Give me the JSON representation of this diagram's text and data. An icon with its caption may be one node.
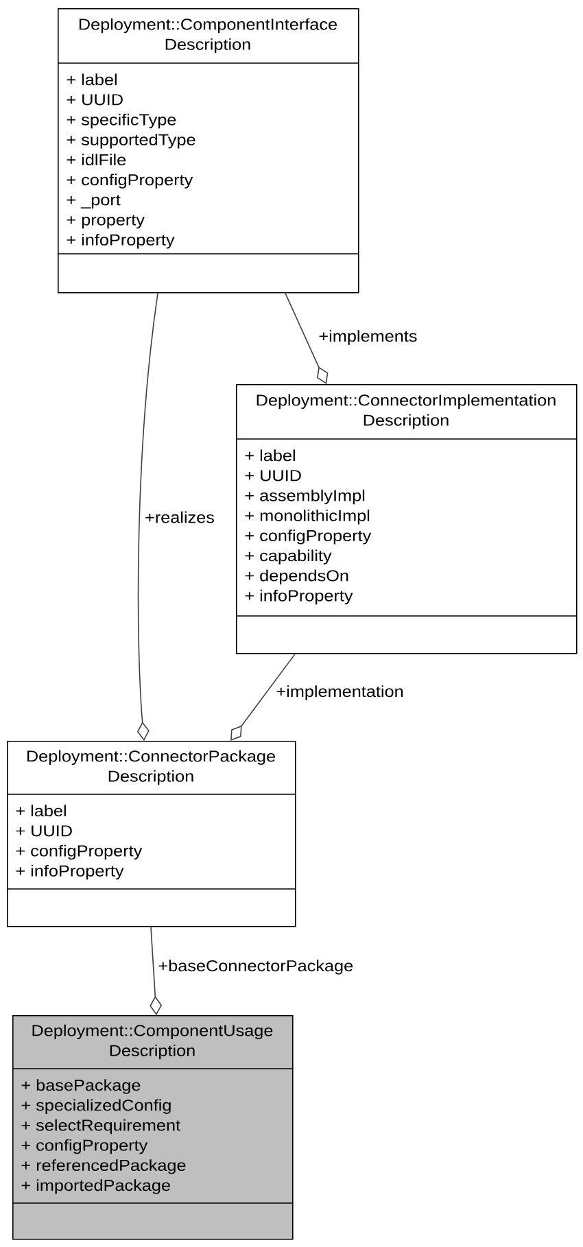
{
  "diagram": {
    "nodes": [
      {
        "text": [
          "Deployment::ComponentInterface Description",
          "+ label",
          "+ UUID",
          "+ specificType",
          "+ supportedType",
          "+ idlFile",
          "+ configProperty",
          "+ _port",
          "+ property",
          "+ infoProperty"
        ]
      },
      {
        "text": [
          "Deployment::ConnectorImplementation Description",
          "+ label",
          "+ UUID",
          "+ assemblyImpl",
          "+ monolithicImpl",
          "+ configProperty",
          "+ capability",
          "+ dependsOn",
          "+ infoProperty"
        ]
      },
      {
        "text": [
          "Deployment::ConnectorPackage Description",
          "+ label",
          "+ UUID",
          "+ configProperty",
          "+ infoProperty"
        ]
      },
      {
        "text": [
          "Deployment::ComponentUsage Description",
          "+ basePackage",
          "+ specializedConfig",
          "+ selectRequirement",
          "+ configProperty",
          "+ referencedPackage",
          "+ importedPackage"
        ]
      }
    ],
    "edges": [
      {
        "from": 0,
        "to": 1,
        "arrow": "other",
        "label": "+implements"
      },
      {
        "from": 0,
        "to": 2,
        "arrow": "other",
        "label": "+realizes"
      },
      {
        "from": 1,
        "to": 2,
        "arrow": "other",
        "label": "+implementation"
      },
      {
        "from": 2,
        "to": 3,
        "arrow": "other",
        "label": "+baseConnectorPackage"
      }
    ]
  }
}
